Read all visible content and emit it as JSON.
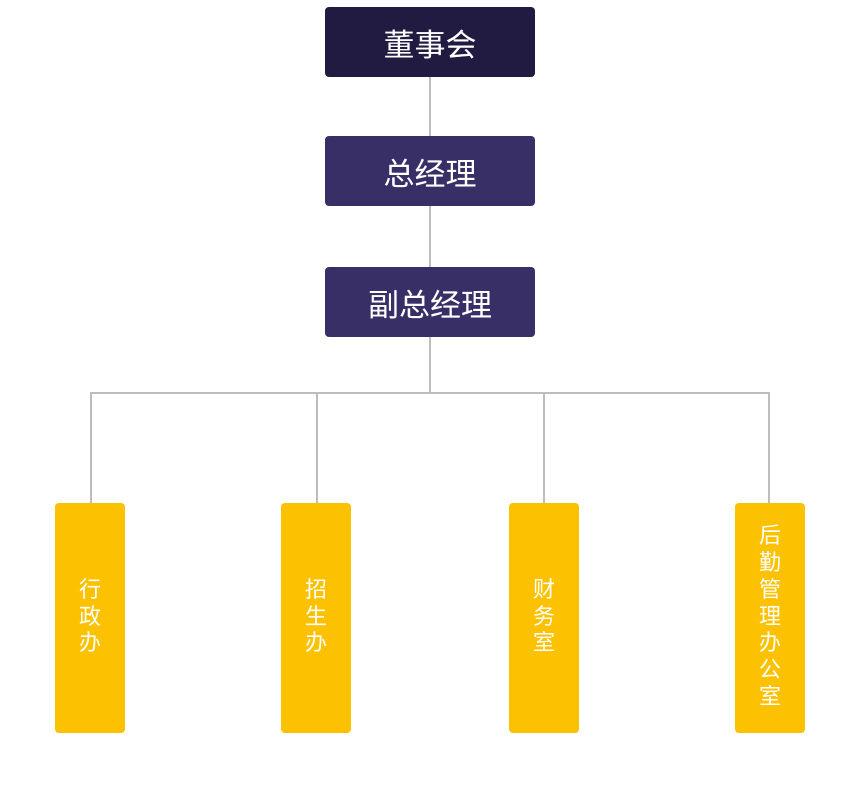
{
  "nodes": {
    "board": {
      "label": "董事会",
      "color": "#211b42"
    },
    "general_manager": {
      "label": "总经理",
      "color": "#382f66"
    },
    "deputy_general_manager": {
      "label": "副总经理",
      "color": "#382f66"
    }
  },
  "departments": [
    {
      "label": "行政办",
      "color": "#fcc101"
    },
    {
      "label": "招生办",
      "color": "#fcc101"
    },
    {
      "label": "财务室",
      "color": "#fcc101"
    },
    {
      "label": "后勤管理办公室",
      "color": "#fcc101"
    }
  ],
  "connector_color": "#bdbdbd"
}
